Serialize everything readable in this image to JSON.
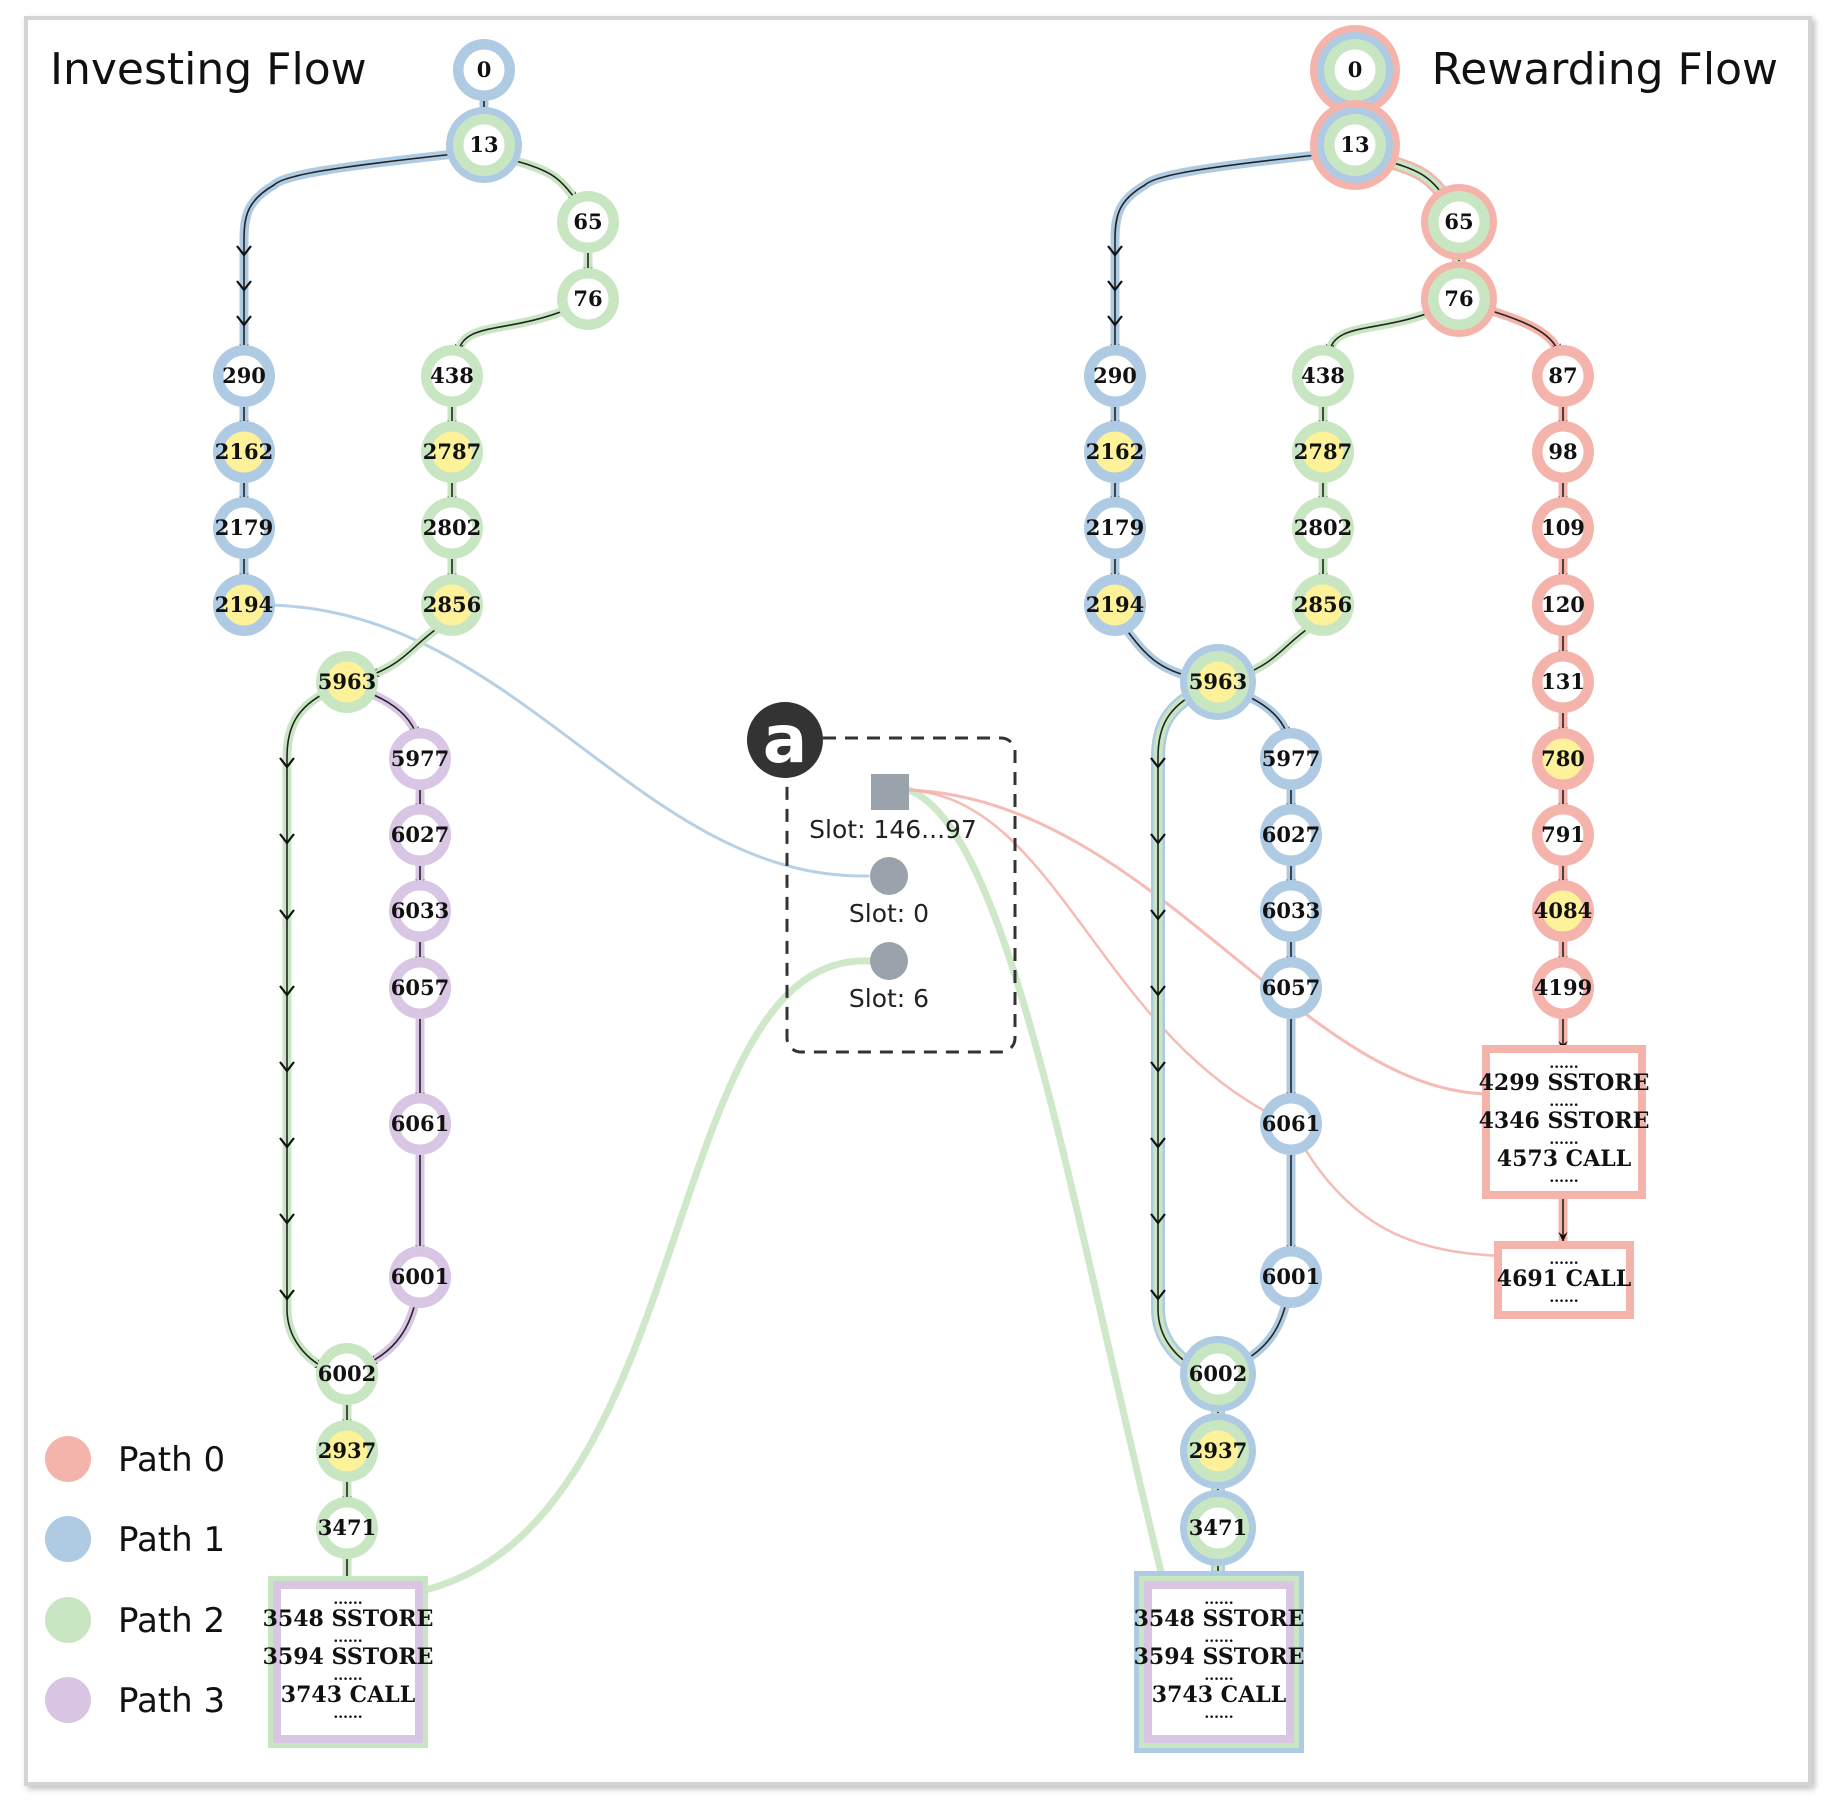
{
  "titles": {
    "left": "Investing Flow",
    "right": "Rewarding Flow"
  },
  "badge": "a",
  "colors": {
    "path0": "#f4b4ac",
    "path1": "#aecbe3",
    "path2": "#c9e6c3",
    "path3": "#d8c6e4",
    "highlight": "#fdf19a",
    "slot_marker": "#9aa3ac"
  },
  "legend": [
    {
      "label": "Path 0",
      "color": "#f4b4ac"
    },
    {
      "label": "Path 1",
      "color": "#aecbe3"
    },
    {
      "label": "Path 2",
      "color": "#c9e6c3"
    },
    {
      "label": "Path 3",
      "color": "#d8c6e4"
    }
  ],
  "slots": [
    {
      "label": "Slot: 146...97",
      "shape": "square"
    },
    {
      "label": "Slot: 0",
      "shape": "circle"
    },
    {
      "label": "Slot: 6",
      "shape": "circle"
    }
  ],
  "investing_flow": {
    "nodes": [
      "0",
      "13",
      "65",
      "76",
      "290",
      "2162",
      "2179",
      "2194",
      "438",
      "2787",
      "2802",
      "2856",
      "5963",
      "5977",
      "6027",
      "6033",
      "6057",
      "6061",
      "6001",
      "6002",
      "2937",
      "3471"
    ],
    "highlighted": [
      "2162",
      "2194",
      "2787",
      "2856",
      "5963",
      "2937"
    ],
    "box": [
      "3548 SSTORE",
      "3594 SSTORE",
      "3743 CALL"
    ]
  },
  "rewarding_flow": {
    "nodes": [
      "0",
      "13",
      "65",
      "76",
      "290",
      "2162",
      "2179",
      "2194",
      "438",
      "2787",
      "2802",
      "2856",
      "5963",
      "5977",
      "6027",
      "6033",
      "6057",
      "6061",
      "6001",
      "6002",
      "2937",
      "3471",
      "87",
      "98",
      "109",
      "120",
      "131",
      "780",
      "791",
      "4084",
      "4199"
    ],
    "highlighted": [
      "2162",
      "2194",
      "2787",
      "2856",
      "5963",
      "2937",
      "780",
      "4084"
    ],
    "box": [
      "3548 SSTORE",
      "3594 SSTORE",
      "3743 CALL"
    ],
    "path0_box": [
      "4299 SSTORE",
      "4346 SSTORE",
      "4573 CALL"
    ],
    "path0_box2": [
      "4691 CALL"
    ]
  },
  "dots": "......"
}
